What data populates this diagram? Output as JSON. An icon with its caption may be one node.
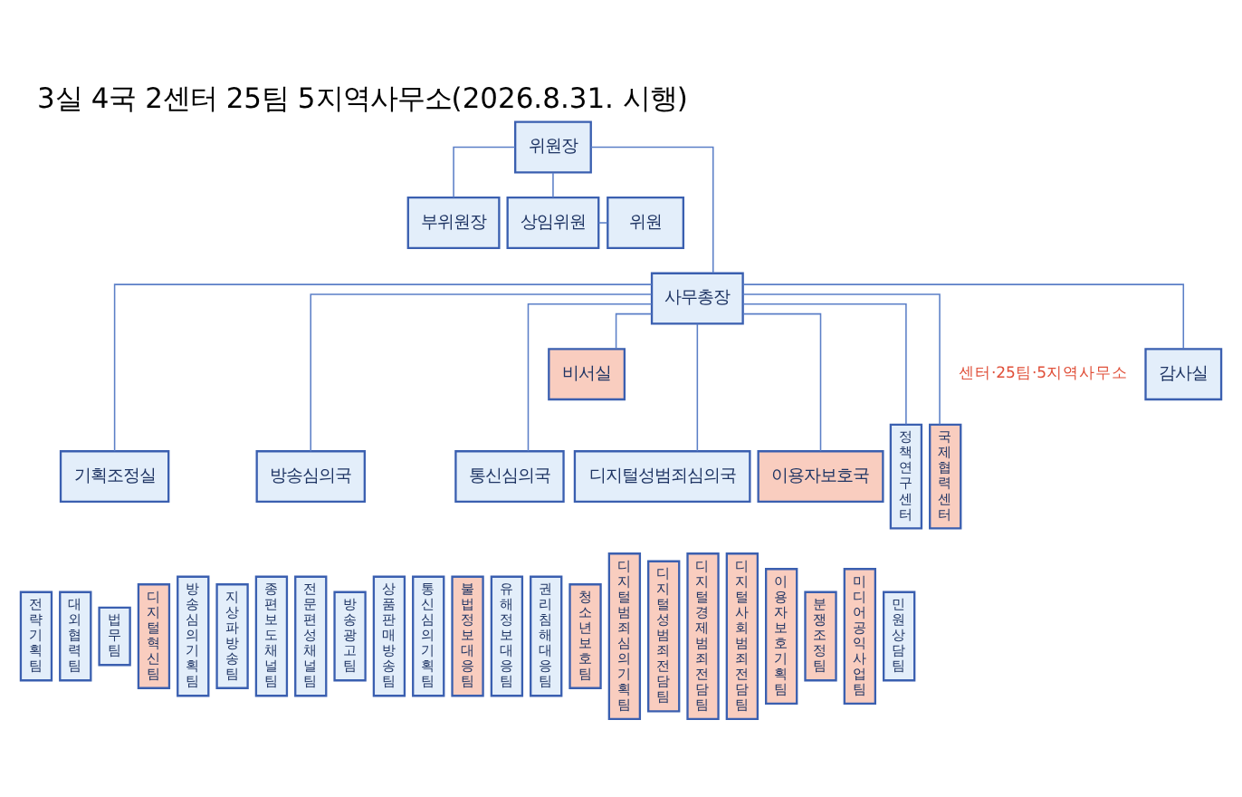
{
  "diagram": {
    "title": "3실 4국 2센터 25팀 5지역사무소(2026.8.31. 시행)",
    "nodes": [
      {
        "text": [
          "위원장"
        ]
      },
      {
        "text": [
          "부위원장"
        ]
      },
      {
        "text": [
          "상임위원"
        ]
      },
      {
        "text": [
          "위원"
        ]
      },
      {
        "text": [
          "사무총장"
        ]
      },
      {
        "text": [
          "감사실"
        ]
      },
      {
        "text": [
          "비서실"
        ]
      },
      {
        "text": [
          "기획조정실"
        ]
      },
      {
        "text": [
          "전략기획팀"
        ]
      },
      {
        "text": [
          "대외협력팀"
        ]
      },
      {
        "text": [
          "법무팀"
        ]
      },
      {
        "text": [
          "디지털혁신팀"
        ]
      },
      {
        "text": [
          "방송심의국"
        ]
      },
      {
        "text": [
          "방송심의기획팀"
        ]
      },
      {
        "text": [
          "지상파방송팀"
        ]
      },
      {
        "text": [
          "종편보도채널팀"
        ]
      },
      {
        "text": [
          "전문편성채널팀"
        ]
      },
      {
        "text": [
          "방송광고팀"
        ]
      },
      {
        "text": [
          "상품판매방송팀"
        ]
      },
      {
        "text": [
          "통신심의국"
        ]
      },
      {
        "text": [
          "통신심의기획팀"
        ]
      },
      {
        "text": [
          "불법정보대응팀"
        ]
      },
      {
        "text": [
          "유해정보대응팀"
        ]
      },
      {
        "text": [
          "권리침해대응팀"
        ]
      },
      {
        "text": [
          "청소년보호팀"
        ]
      },
      {
        "text": [
          "디지털성범죄심의국"
        ]
      },
      {
        "text": [
          "디지털범죄심의기획팀"
        ]
      },
      {
        "text": [
          "디지털성범죄전담팀"
        ]
      },
      {
        "text": [
          "디지털경제범죄전담팀"
        ]
      },
      {
        "text": [
          "디지털사회범죄전담팀"
        ]
      },
      {
        "text": [
          "이용자보호국"
        ]
      },
      {
        "text": [
          "이용자보호기획팀"
        ]
      },
      {
        "text": [
          "분쟁조정팀"
        ]
      },
      {
        "text": [
          "미디어공익사업팀"
        ]
      },
      {
        "text": [
          "민원상담팀"
        ]
      },
      {
        "text": [
          "정책연구센터"
        ]
      },
      {
        "text": [
          "국제협력센터"
        ]
      }
    ],
    "edges": [
      {
        "from": 0,
        "to": 1,
        "arrow": "none"
      },
      {
        "from": 0,
        "to": 2,
        "arrow": "none"
      },
      {
        "from": 2,
        "to": 3,
        "arrow": "none"
      },
      {
        "from": 0,
        "to": 4,
        "arrow": "none"
      },
      {
        "from": 4,
        "to": 5,
        "arrow": "none"
      },
      {
        "from": 4,
        "to": 6,
        "arrow": "none"
      },
      {
        "from": 4,
        "to": 7,
        "arrow": "none"
      },
      {
        "from": 4,
        "to": 12,
        "arrow": "none"
      },
      {
        "from": 4,
        "to": 19,
        "arrow": "none"
      },
      {
        "from": 4,
        "to": 25,
        "arrow": "none"
      },
      {
        "from": 4,
        "to": 30,
        "arrow": "none"
      },
      {
        "from": 4,
        "to": 35,
        "arrow": "none"
      },
      {
        "from": 4,
        "to": 36,
        "arrow": "none"
      }
    ],
    "labels": [
      "센터·25팀·5지역사무소"
    ]
  }
}
